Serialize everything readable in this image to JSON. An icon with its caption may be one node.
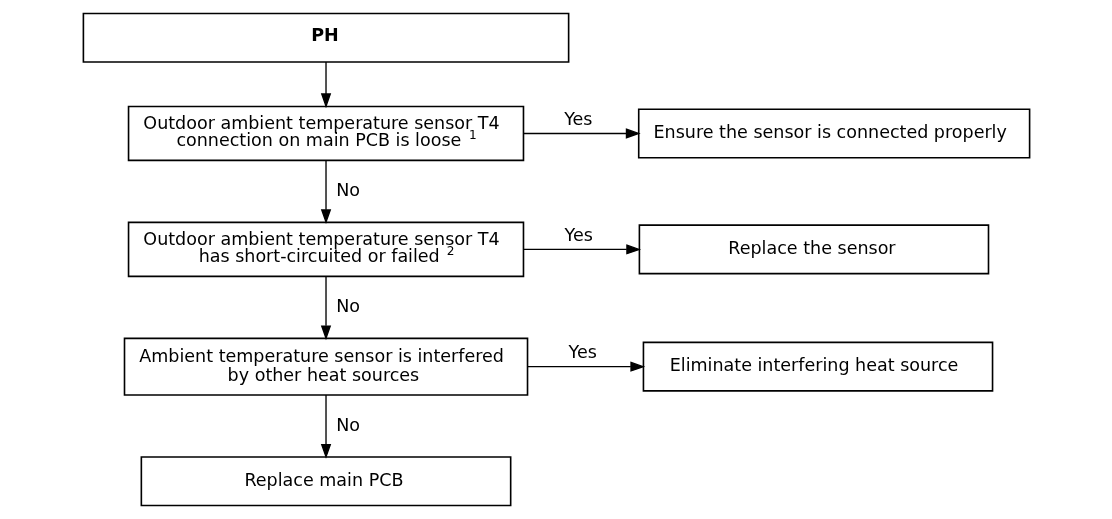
{
  "diagram": {
    "nodes": [
      {
        "text": [
          "PH"
        ]
      },
      {
        "text": [
          "Outdoor ambient temperature sensor T4 connection on main PCB is loose$^{1}$"
        ]
      },
      {
        "text": [
          "Ensure the sensor is connected properly"
        ]
      },
      {
        "text": [
          "Outdoor ambient temperature sensor T4 has short-circuited or failed$^{2}$"
        ]
      },
      {
        "text": [
          "Replace the sensor"
        ]
      },
      {
        "text": [
          "Ambient temperature sensor is interfered by other heat sources"
        ]
      },
      {
        "text": [
          "Eliminate interfering heat source"
        ]
      },
      {
        "text": [
          "Replace main PCB"
        ]
      }
    ],
    "edges": [
      {
        "from": 0,
        "to": 1,
        "arrow": "to"
      },
      {
        "from": 1,
        "to": 2,
        "arrow": "to",
        "label": "Yes"
      },
      {
        "from": 1,
        "to": 3,
        "arrow": "to",
        "label": "No"
      },
      {
        "from": 3,
        "to": 4,
        "arrow": "to",
        "label": "Yes"
      },
      {
        "from": 3,
        "to": 5,
        "arrow": "to",
        "label": "No"
      },
      {
        "from": 5,
        "to": 6,
        "arrow": "to",
        "label": "Yes"
      },
      {
        "from": 5,
        "to": 7,
        "arrow": "to",
        "label": "No"
      }
    ]
  }
}
